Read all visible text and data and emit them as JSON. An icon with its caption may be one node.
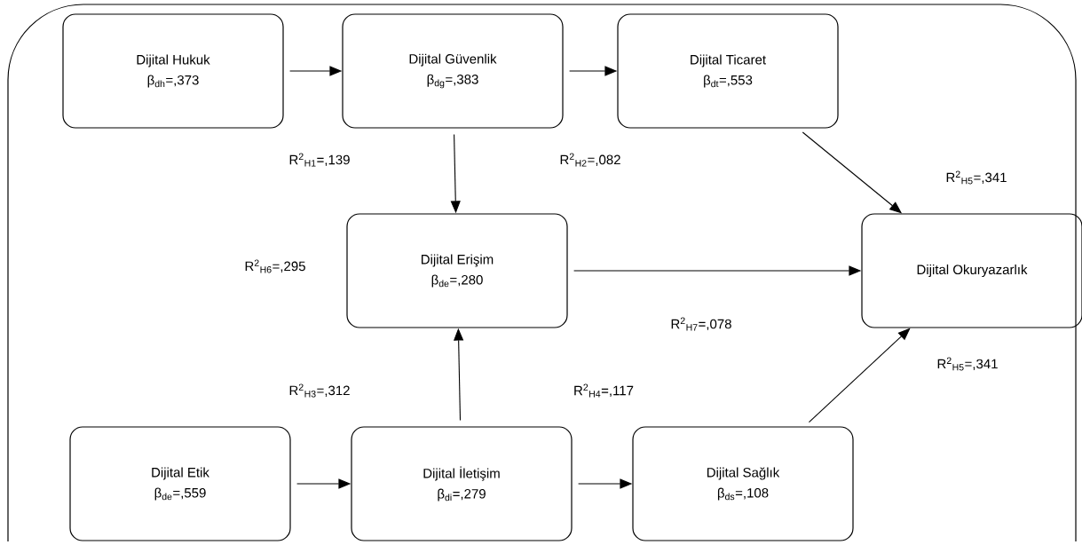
{
  "diagram": {
    "nodes": [
      {
        "text": [
          "Dijital Hukuk",
          "β$_{dh}$=,373"
        ]
      },
      {
        "text": [
          "Dijital Güvenlik",
          "β$_{dg}$=,383"
        ]
      },
      {
        "text": [
          "Dijital Ticaret",
          "β$_{dt}$=,553"
        ]
      },
      {
        "text": [
          "Dijital Erişim",
          "β$_{de}$=,280"
        ]
      },
      {
        "text": [
          "Dijital Okuryazarlık"
        ]
      },
      {
        "text": [
          "Dijital Etik",
          "β$_{de}$=,559"
        ]
      },
      {
        "text": [
          "Dijital İletişim",
          "β$_{di}$=,279"
        ]
      },
      {
        "text": [
          "Dijital Sağlık",
          "β$_{ds}$=,108"
        ]
      }
    ],
    "edges": [
      {
        "from": 0,
        "to": 1,
        "arrow": "to"
      },
      {
        "from": 1,
        "to": 2,
        "arrow": "to"
      },
      {
        "from": 1,
        "to": 3,
        "arrow": "to"
      },
      {
        "from": 2,
        "to": 4,
        "arrow": "to"
      },
      {
        "from": 3,
        "to": 4,
        "arrow": "to"
      },
      {
        "from": 5,
        "to": 6,
        "arrow": "to"
      },
      {
        "from": 6,
        "to": 3,
        "arrow": "to"
      },
      {
        "from": 6,
        "to": 7,
        "arrow": "to"
      },
      {
        "from": 7,
        "to": 4,
        "arrow": "to"
      }
    ],
    "labels": [
      "R$^{2}$$_{H1}$=,139",
      "R$^{2}$$_{H2}$=,082",
      "R$^{2}$$_{H5}$=,341",
      "R$^{2}$$_{H6}$=,295",
      "R$^{2}$$_{H7}$=,078",
      "R$^{2}$$_{H5}$=,341",
      "R$^{2}$$_{H3}$=,312",
      "R$^{2}$$_{H4}$=,117"
    ]
  }
}
